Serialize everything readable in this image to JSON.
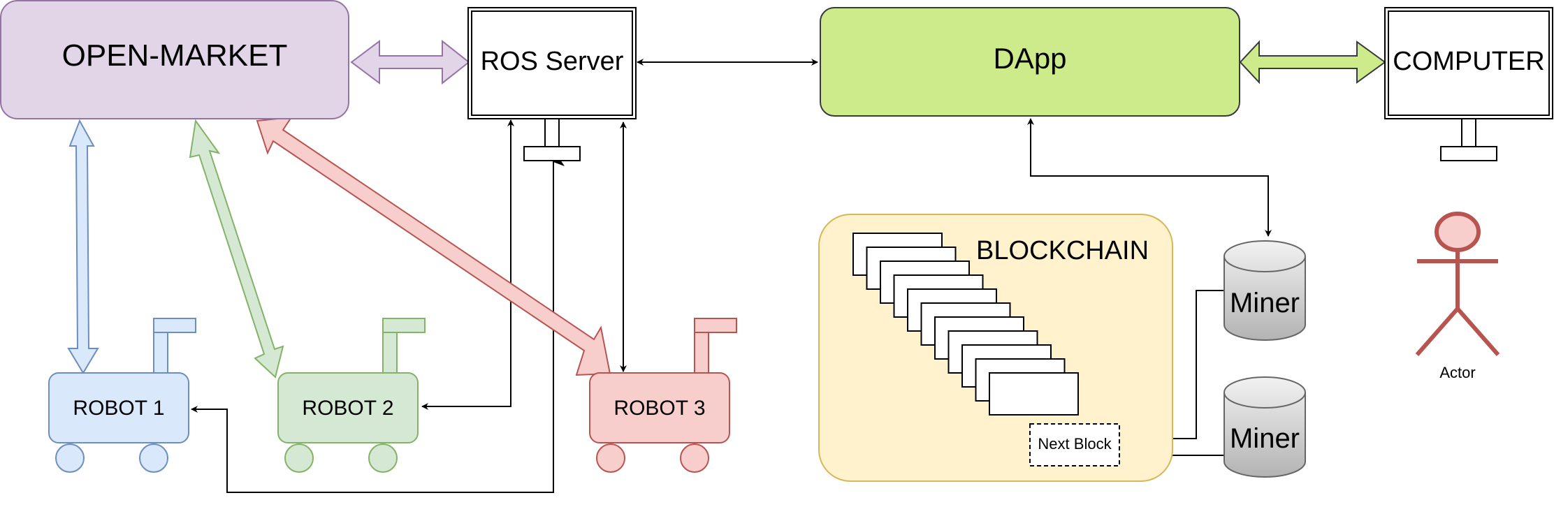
{
  "nodes": {
    "open_market": {
      "label": "OPEN-MARKET",
      "fill": "#e1d5e7",
      "stroke": "#9673a6"
    },
    "ros_server": {
      "label": "ROS Server"
    },
    "dapp": {
      "label": "DApp",
      "fill": "#cdeb8b",
      "stroke": "#36393d"
    },
    "computer": {
      "label": "COMPUTER"
    },
    "blockchain": {
      "label": "BLOCKCHAIN",
      "fill": "#fff2cc",
      "stroke": "#d6b656",
      "block_count": 11
    },
    "next_block": {
      "label": "Next Block"
    },
    "miners": [
      {
        "label": "Miner"
      },
      {
        "label": "Miner"
      }
    ],
    "actor": {
      "label": "Actor",
      "fill": "#f8cecc",
      "stroke": "#b85450"
    },
    "robots": [
      {
        "label": "ROBOT 1",
        "fill": "#dae8fc",
        "stroke": "#6c8ebf"
      },
      {
        "label": "ROBOT 2",
        "fill": "#d5e8d4",
        "stroke": "#82b366"
      },
      {
        "label": "ROBOT 3",
        "fill": "#f8cecc",
        "stroke": "#b85450"
      }
    ]
  }
}
